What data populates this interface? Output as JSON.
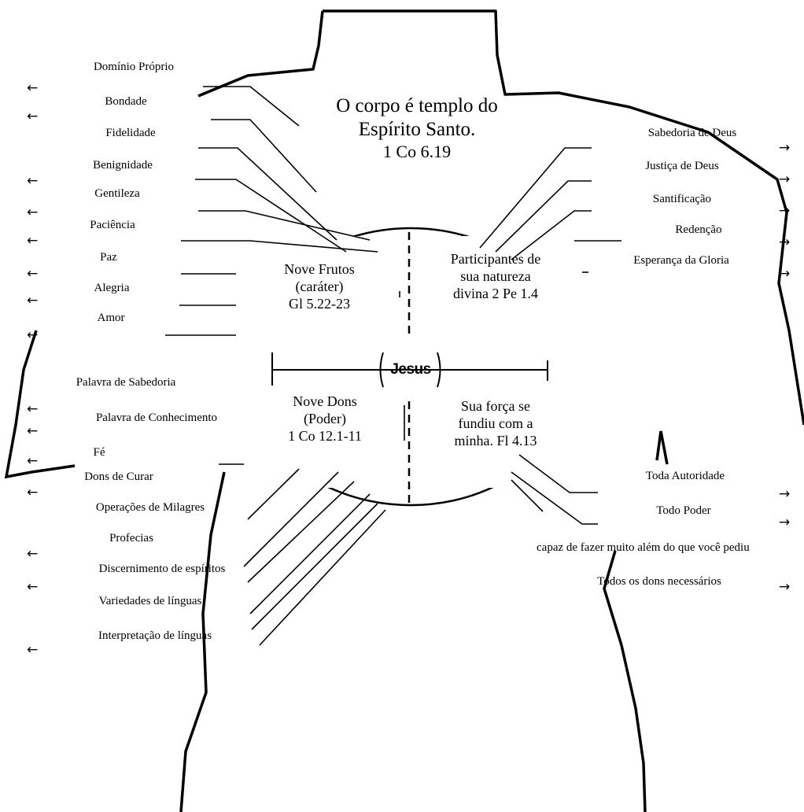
{
  "title": {
    "line1": "O corpo é templo do",
    "line2": "Espírito Santo.",
    "reference": "1 Co 6.19"
  },
  "center": {
    "label": "Jesus"
  },
  "quadrants": {
    "top_left": {
      "line1": "Nove Frutos",
      "line2": "(caráter)",
      "line3": "Gl 5.22-23"
    },
    "top_right": {
      "line1": "Participantes de",
      "line2": "sua natureza",
      "line3": "divina 2 Pe 1.4"
    },
    "bottom_left": {
      "line1": "Nove Dons",
      "line2": "(Poder)",
      "line3": "1 Co 12.1-11"
    },
    "bottom_right": {
      "line1": "Sua força se",
      "line2": "fundiu com a",
      "line3": "minha. Fl 4.13"
    }
  },
  "fruits": [
    "Domínio Próprio",
    "Bondade",
    "Fidelidade",
    "Benignidade",
    "Gentileza",
    "Paciência",
    "Paz",
    "Alegria",
    "Amor"
  ],
  "gifts": [
    "Palavra de Sabedoria",
    "Palavra de Conhecimento",
    "Fé",
    "Dons de Curar",
    "Operações de Milagres",
    "Profecias",
    "Discernimento de espíritos",
    "Variedades de línguas",
    "Interpretação de línguas"
  ],
  "divine_nature": [
    "Sabedoria de Deus",
    "Justiça de Deus",
    "Santificação",
    "Redenção",
    "Esperança da Gloria"
  ],
  "power": [
    "Toda Autoridade",
    "Todo Poder",
    "capaz de fazer muito além do que você pediu",
    "Todos os dons necessários"
  ],
  "arrows": {
    "left": "←",
    "right": "→"
  },
  "colors": {
    "ink": "#000000",
    "background": "#ffffff"
  }
}
